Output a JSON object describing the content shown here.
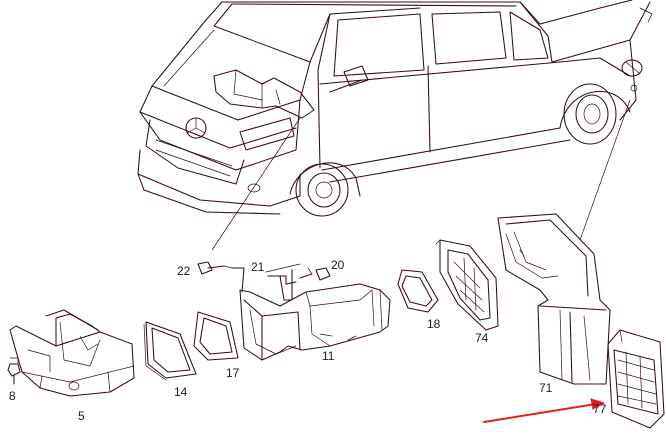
{
  "diagram": {
    "callouts": [
      {
        "id": "part-5",
        "label": "5"
      },
      {
        "id": "part-8",
        "label": "8"
      },
      {
        "id": "part-11",
        "label": "11"
      },
      {
        "id": "part-14",
        "label": "14"
      },
      {
        "id": "part-17",
        "label": "17"
      },
      {
        "id": "part-18",
        "label": "18"
      },
      {
        "id": "part-20",
        "label": "20"
      },
      {
        "id": "part-21",
        "label": "21"
      },
      {
        "id": "part-22",
        "label": "22"
      },
      {
        "id": "part-71",
        "label": "71"
      },
      {
        "id": "part-74",
        "label": "74"
      },
      {
        "id": "part-77",
        "label": "77"
      }
    ],
    "highlight_arrow": {
      "target": "77",
      "color": "#e02020"
    },
    "line_color": "#3a0a14"
  }
}
